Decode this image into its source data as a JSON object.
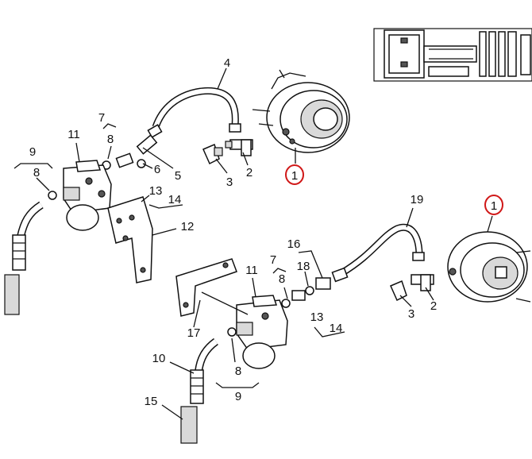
{
  "callouts": {
    "c1a": "1",
    "c1b": "1",
    "c2a": "2",
    "c2b": "2",
    "c3a": "3",
    "c3b": "3",
    "c4": "4",
    "c5": "5",
    "c6": "6",
    "c7a": "7",
    "c7b": "7",
    "c8a": "8",
    "c8b": "8",
    "c8c": "8",
    "c8d": "8",
    "c9a": "9",
    "c9b": "9",
    "c10": "10",
    "c11a": "11",
    "c11b": "11",
    "c12": "12",
    "c13a": "13",
    "c13b": "13",
    "c14a": "14",
    "c14b": "14",
    "c15": "15",
    "c16": "16",
    "c17": "17",
    "c18": "18",
    "c19": "19"
  },
  "colors": {
    "line": "#111111",
    "highlight": "#d01818",
    "background": "#ffffff"
  }
}
